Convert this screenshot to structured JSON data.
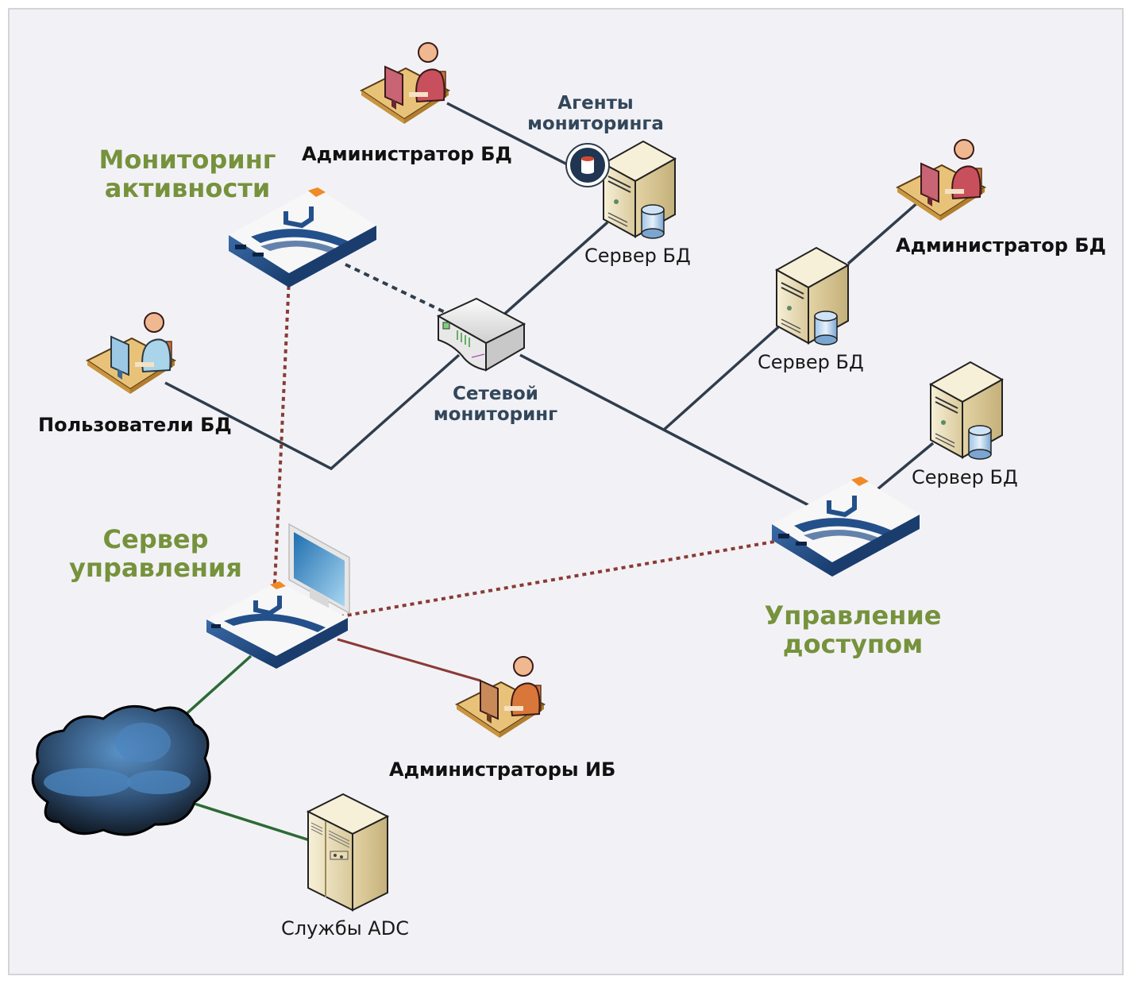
{
  "diagram": {
    "colors": {
      "background": "#f2f2f6",
      "link_solid": "#2f3d4c",
      "link_dotted_red": "#8b3a36",
      "link_red": "#8b3a36",
      "link_green": "#2d6a35",
      "label_green": "#76923c",
      "label_navy": "#33475b",
      "appliance_blue": "#23508a",
      "appliance_accent": "#f08a24"
    },
    "labels": {
      "activity_monitoring": [
        "Мониторинг",
        "активности"
      ],
      "db_admin_top": "Администратор БД",
      "monitoring_agents": [
        "Агенты",
        "мониторинга"
      ],
      "db_server_top": "Сервер БД",
      "db_admin_right": "Администратор БД",
      "db_server_mid": "Сервер БД",
      "db_server_right": "Сервер БД",
      "db_users": "Пользователи БД",
      "network_monitoring": [
        "Сетевой",
        "мониторинг"
      ],
      "management_server": [
        "Сервер",
        "управления"
      ],
      "access_control": [
        "Управление",
        "доступом"
      ],
      "security_admins": "Администраторы ИБ",
      "adc_services": "Службы ADC"
    },
    "nodes": [
      {
        "id": "activity-monitoring-appliance",
        "type": "appliance",
        "label": "Мониторинг активности"
      },
      {
        "id": "db-admin-top",
        "type": "workstation-user",
        "label": "Администратор БД"
      },
      {
        "id": "monitoring-agent",
        "type": "agent",
        "label": "Агенты мониторинга"
      },
      {
        "id": "db-server-top",
        "type": "db-server",
        "label": "Сервер БД"
      },
      {
        "id": "network-tap",
        "type": "network-device",
        "label": "Сетевой мониторинг"
      },
      {
        "id": "db-users",
        "type": "workstation-user",
        "label": "Пользователи БД"
      },
      {
        "id": "db-admin-right",
        "type": "workstation-user",
        "label": "Администратор БД"
      },
      {
        "id": "db-server-mid",
        "type": "db-server",
        "label": "Сервер БД"
      },
      {
        "id": "db-server-right",
        "type": "db-server",
        "label": "Сервер БД"
      },
      {
        "id": "access-control-appliance",
        "type": "appliance",
        "label": "Управление доступом"
      },
      {
        "id": "management-server",
        "type": "appliance-with-monitor",
        "label": "Сервер управления"
      },
      {
        "id": "security-admins",
        "type": "workstation-user",
        "label": "Администраторы ИБ"
      },
      {
        "id": "network-cloud",
        "type": "cloud",
        "label": ""
      },
      {
        "id": "adc-services",
        "type": "tower-server",
        "label": "Службы ADC"
      }
    ],
    "links": [
      {
        "from": "db-admin-top",
        "to": "db-server-top",
        "style": "solid"
      },
      {
        "from": "network-tap",
        "to": "db-server-top",
        "style": "solid"
      },
      {
        "from": "db-users",
        "to": "network-tap",
        "style": "solid"
      },
      {
        "from": "network-tap",
        "to": "access-control-appliance",
        "style": "solid"
      },
      {
        "from": "network-tap",
        "to": "db-server-mid",
        "style": "solid"
      },
      {
        "from": "db-server-mid",
        "to": "db-admin-right",
        "style": "solid"
      },
      {
        "from": "access-control-appliance",
        "to": "db-server-right",
        "style": "solid"
      },
      {
        "from": "activity-monitoring-appliance",
        "to": "network-tap",
        "style": "dashed"
      },
      {
        "from": "activity-monitoring-appliance",
        "to": "management-server",
        "style": "dotted-red"
      },
      {
        "from": "management-server",
        "to": "access-control-appliance",
        "style": "dotted-red"
      },
      {
        "from": "management-server",
        "to": "security-admins",
        "style": "solid-red"
      },
      {
        "from": "management-server",
        "to": "network-cloud",
        "style": "solid-green"
      },
      {
        "from": "network-cloud",
        "to": "adc-services",
        "style": "solid-green"
      }
    ]
  }
}
